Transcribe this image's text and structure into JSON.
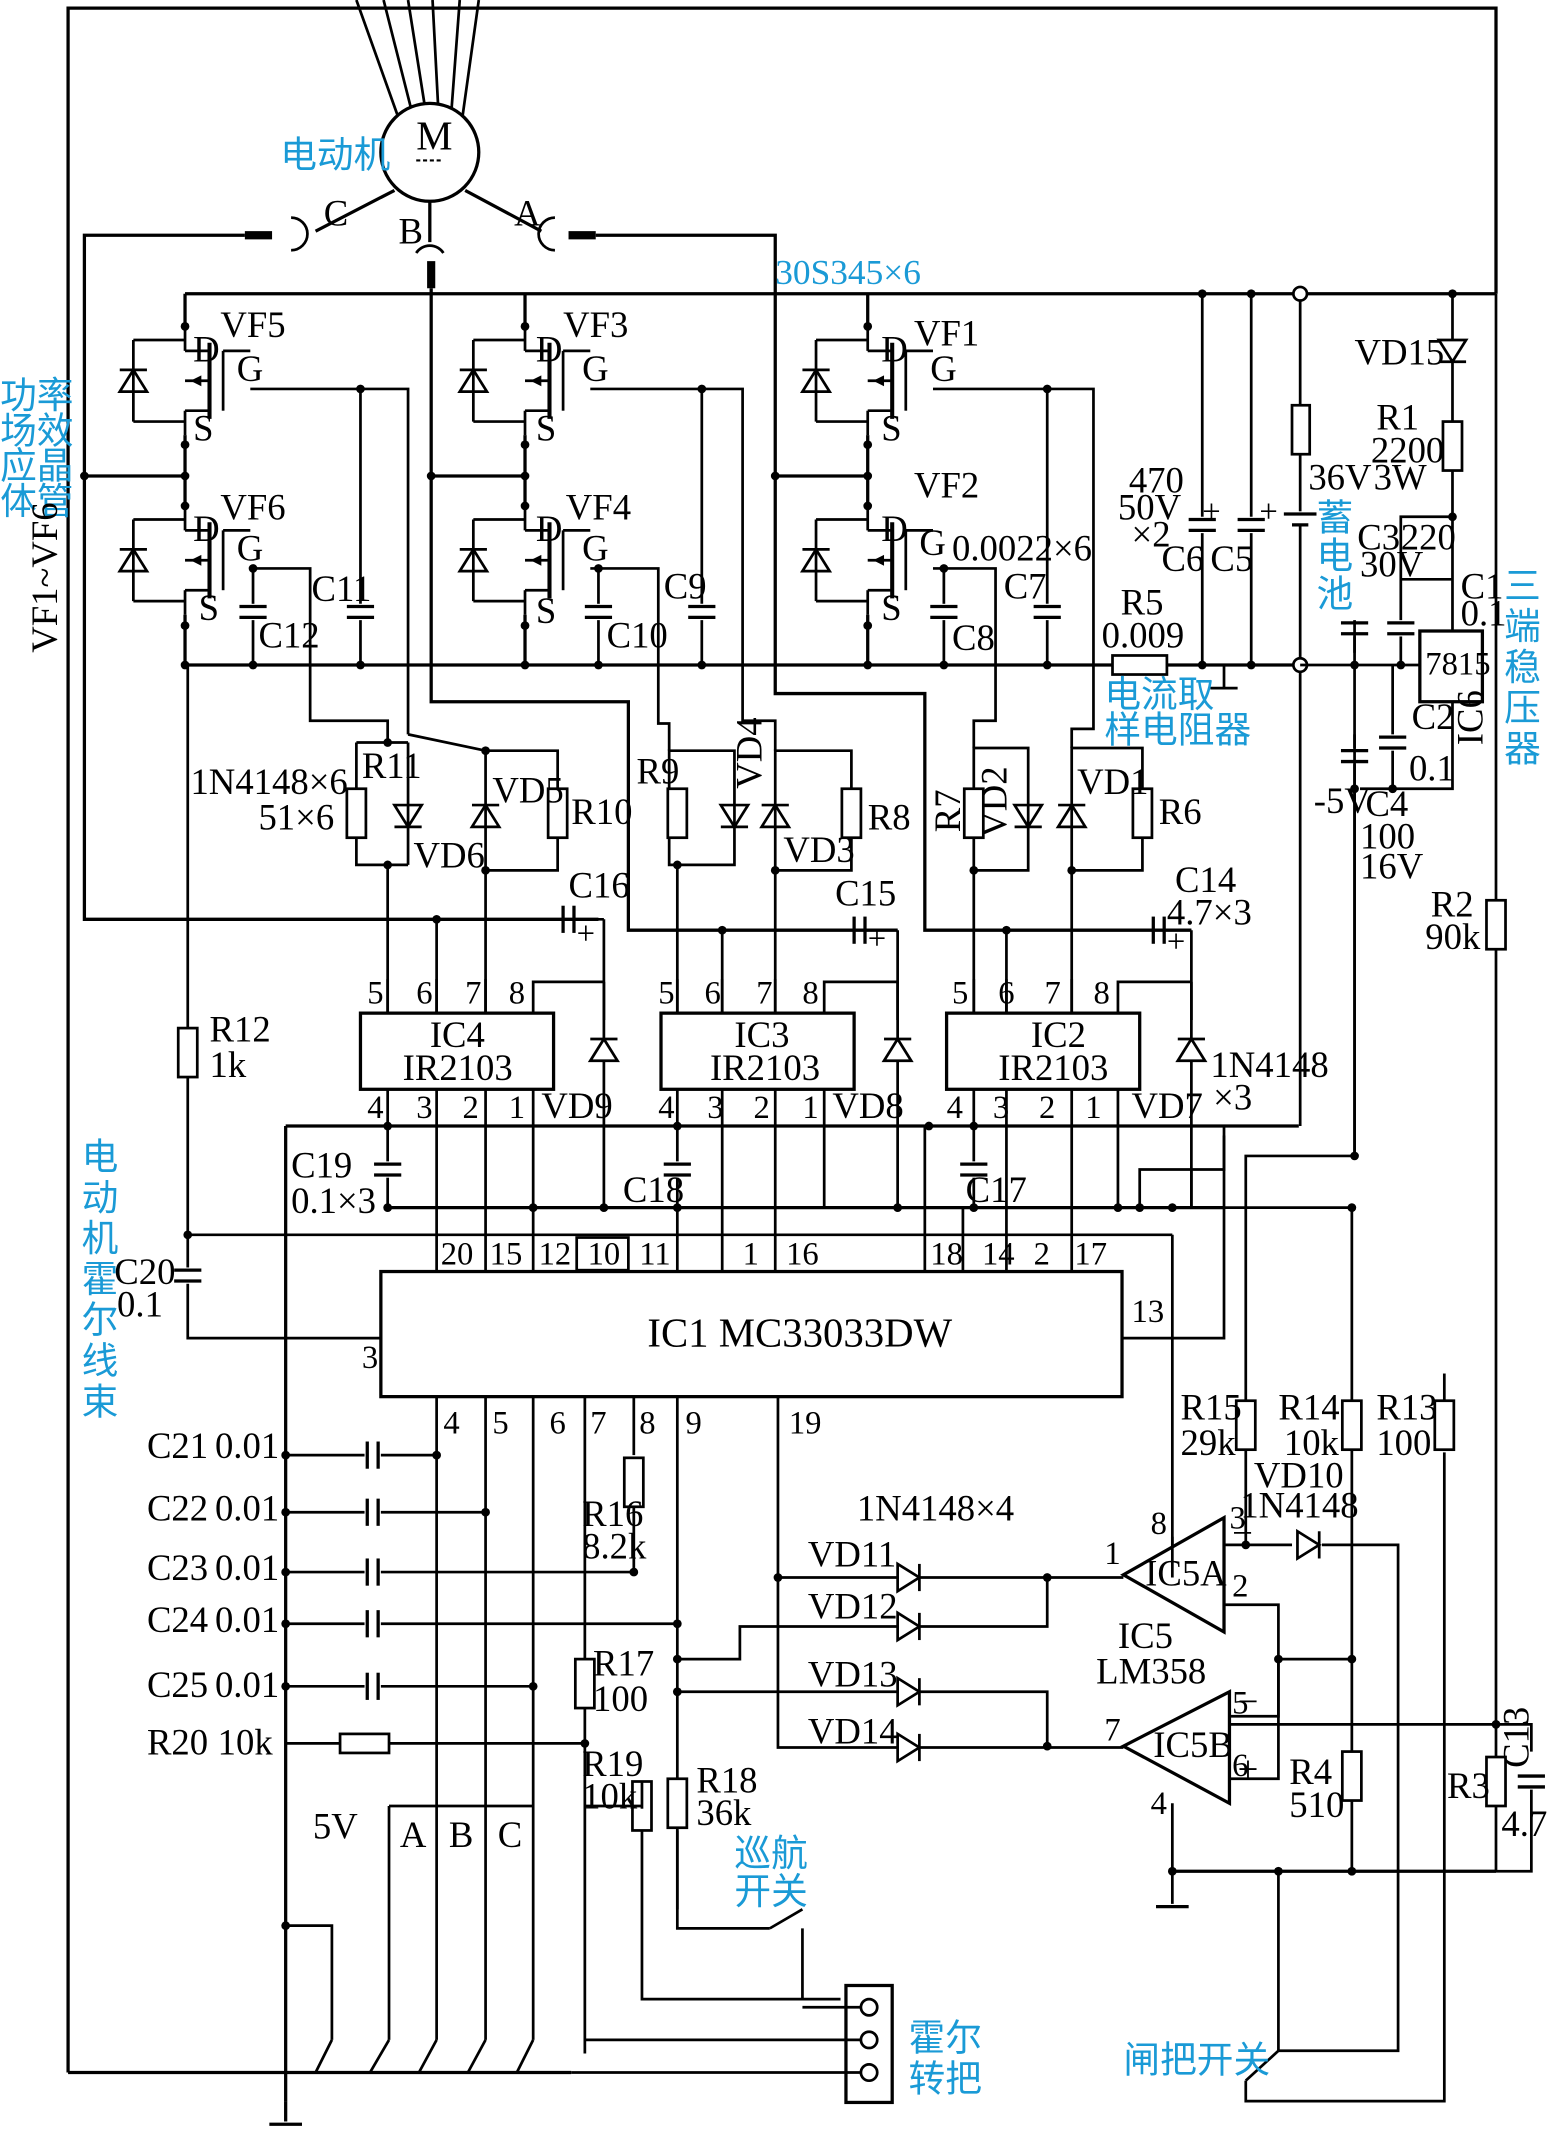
{
  "motor": {
    "symbol": "M",
    "label": "电动机",
    "phase_a": "A",
    "phase_b": "B",
    "phase_c": "C"
  },
  "mosfets": {
    "part": "30S345×6",
    "group_label": [
      "功率",
      "场效",
      "应晶",
      "体管"
    ],
    "range": "VF1~VF6",
    "names": [
      "VF1",
      "VF2",
      "VF3",
      "VF4",
      "VF5",
      "VF6"
    ],
    "pin_d": "D",
    "pin_g": "G",
    "pin_s": "S"
  },
  "gate_caps": {
    "c7": "C7",
    "c8": "C8",
    "c9": "C9",
    "c10": "C10",
    "c11": "C11",
    "c12": "C12",
    "value": "0.0022×6"
  },
  "gate_res": {
    "r6": "R6",
    "r7": "R7",
    "r8": "R8",
    "r9": "R9",
    "r10": "R10",
    "r11": "R11",
    "value": "51×6",
    "diode": "1N4148×6"
  },
  "gate_diodes": {
    "vd1": "VD1",
    "vd2": "VD2",
    "vd3": "VD3",
    "vd4": "VD4",
    "vd5": "VD5",
    "vd6": "VD6"
  },
  "bootstrap": {
    "c14": "C14",
    "c15": "C15",
    "c16": "C16",
    "value": "4.7×3",
    "vd7": "VD7",
    "vd8": "VD8",
    "vd9": "VD9",
    "diode": "1N4148",
    "count": "×3"
  },
  "drivers": [
    {
      "name": "IC2",
      "part": "IR2103"
    },
    {
      "name": "IC3",
      "part": "IR2103"
    },
    {
      "name": "IC4",
      "part": "IR2103"
    }
  ],
  "driver_pins": {
    "p5": "5",
    "p6": "6",
    "p7": "7",
    "p8": "8",
    "p4": "4",
    "p3": "3",
    "p2": "2",
    "p1": "1"
  },
  "supply_caps": {
    "c5": "C5",
    "c6": "C6",
    "value": [
      "470",
      "50V",
      "×2"
    ],
    "plus": "+"
  },
  "battery": {
    "label": [
      "蓄",
      "电",
      "池"
    ],
    "voltage": "36V"
  },
  "shunt": {
    "name": "R5",
    "value": "0.009",
    "label": [
      "电流取",
      "样电阻器"
    ]
  },
  "regulator": {
    "vd15": "VD15",
    "r1": "R1",
    "r1_value": [
      "2200",
      "3W"
    ],
    "c3": "C3",
    "c3_value": [
      "220",
      "30V"
    ],
    "c1": "C1",
    "c1_value": "0.1",
    "c2": "C2",
    "c2_value": "0.1",
    "c4": "C4",
    "c4_value": [
      "100",
      "16V"
    ],
    "ic": "7815",
    "ic_name": "IC6",
    "label": [
      "三",
      "端",
      "稳",
      "压",
      "器"
    ],
    "minus5": "-5V"
  },
  "r2": {
    "name": "R2",
    "value": "90k"
  },
  "r12": {
    "name": "R12",
    "value": "1k"
  },
  "c17": "C17",
  "c18": "C18",
  "c19": "C19",
  "c19_value": "0.1×3",
  "c20": {
    "name": "C20",
    "value": "0.1"
  },
  "hall_label": [
    "电",
    "动",
    "机",
    "霍",
    "尔",
    "线",
    "束"
  ],
  "ic1": {
    "label": "IC1 MC33033DW",
    "top_pins": [
      "20",
      "15",
      "12",
      "10",
      "11",
      "1",
      "16",
      "18",
      "14",
      "2",
      "17"
    ],
    "left_pin": "3",
    "right_pin": "13",
    "bottom_pins": [
      "4",
      "5",
      "6",
      "7",
      "8",
      "9",
      "19"
    ]
  },
  "caps_left": [
    {
      "name": "C21",
      "value": "0.01"
    },
    {
      "name": "C22",
      "value": "0.01"
    },
    {
      "name": "C23",
      "value": "0.01"
    },
    {
      "name": "C24",
      "value": "0.01"
    },
    {
      "name": "C25",
      "value": "0.01"
    }
  ],
  "r20": {
    "name": "R20",
    "value": "10k"
  },
  "r16": {
    "name": "R16",
    "value": "8.2k"
  },
  "r17": {
    "name": "R17",
    "value": "100"
  },
  "r18": {
    "name": "R18",
    "value": "36k"
  },
  "r19": {
    "name": "R19",
    "value": "10k"
  },
  "bus_labels": [
    "5V",
    "A",
    "B",
    "C"
  ],
  "cruise_switch": [
    "巡航",
    "开关"
  ],
  "hall_throttle": [
    "霍尔",
    "转把"
  ],
  "brake_switch": "闸把开关",
  "lm358": {
    "name": "IC5",
    "part": "LM358",
    "a": "IC5A",
    "b": "IC5B",
    "pins": {
      "p1": "1",
      "p2": "2",
      "p3": "3",
      "p4": "4",
      "p5": "5",
      "p6": "6",
      "p7": "7",
      "p8": "8"
    },
    "minus": "−",
    "plus": "+"
  },
  "opamp_diodes": {
    "vd11": "VD11",
    "vd12": "VD12",
    "vd13": "VD13",
    "vd14": "VD14",
    "part": "1N4148×4"
  },
  "vd10": {
    "name": "VD10",
    "part": "1N4148"
  },
  "r3": "R3",
  "r4": {
    "name": "R4",
    "value": "510"
  },
  "r13": {
    "name": "R13",
    "value": "100"
  },
  "r14": {
    "name": "R14",
    "value": "10k"
  },
  "r15": {
    "name": "R15",
    "value": "29k"
  },
  "c13": {
    "name": "C13",
    "value": "4.7"
  }
}
